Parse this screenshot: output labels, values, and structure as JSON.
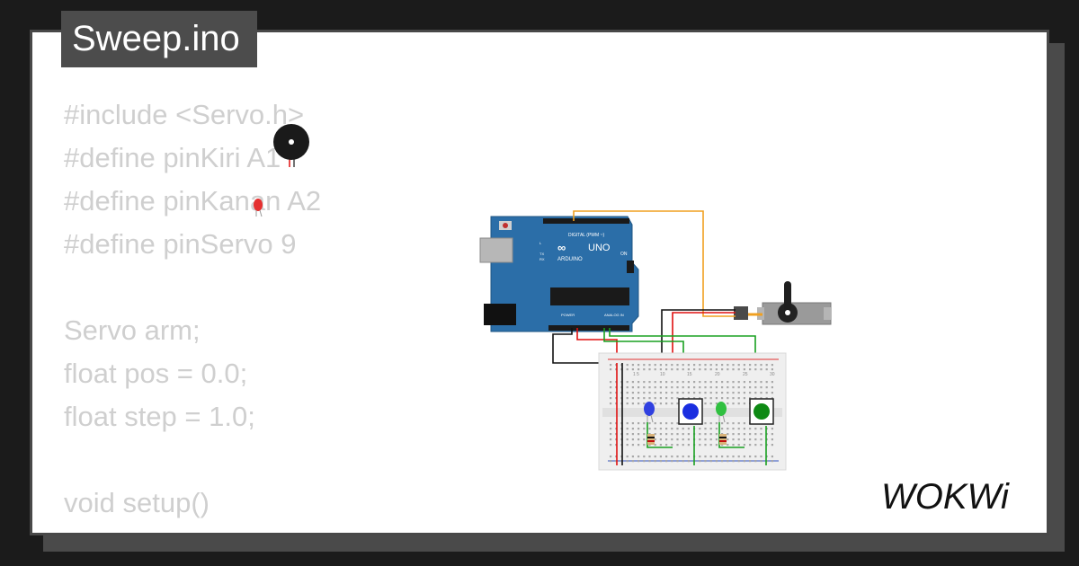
{
  "title": "Sweep.ino",
  "code_lines": [
    "#include <Servo.h>",
    "#define pinKiri A1",
    "#define pinKanan A2",
    "#define pinServo 9",
    "",
    "Servo arm;",
    "float pos = 0.0;",
    "float step = 1.0;",
    "",
    "void setup()",
    "{"
  ],
  "brand": "WOKWi",
  "board": {
    "name": "UNO",
    "maker": "ARDUINO",
    "digital_label": "DIGITAL (PWM ~)",
    "analog_label": "ANALOG IN",
    "power_label": "POWER",
    "on_label": "ON",
    "tx_label": "TX",
    "rx_label": "RX",
    "l_label": "L"
  },
  "colors": {
    "background": "#1b1b1b",
    "board": "#2b6ea8",
    "wire_orange": "#f0a020",
    "wire_red": "#e01010",
    "wire_black": "#111111",
    "wire_green": "#18a020",
    "button_blue": "#1a2ee0",
    "button_green": "#0e8a14"
  }
}
